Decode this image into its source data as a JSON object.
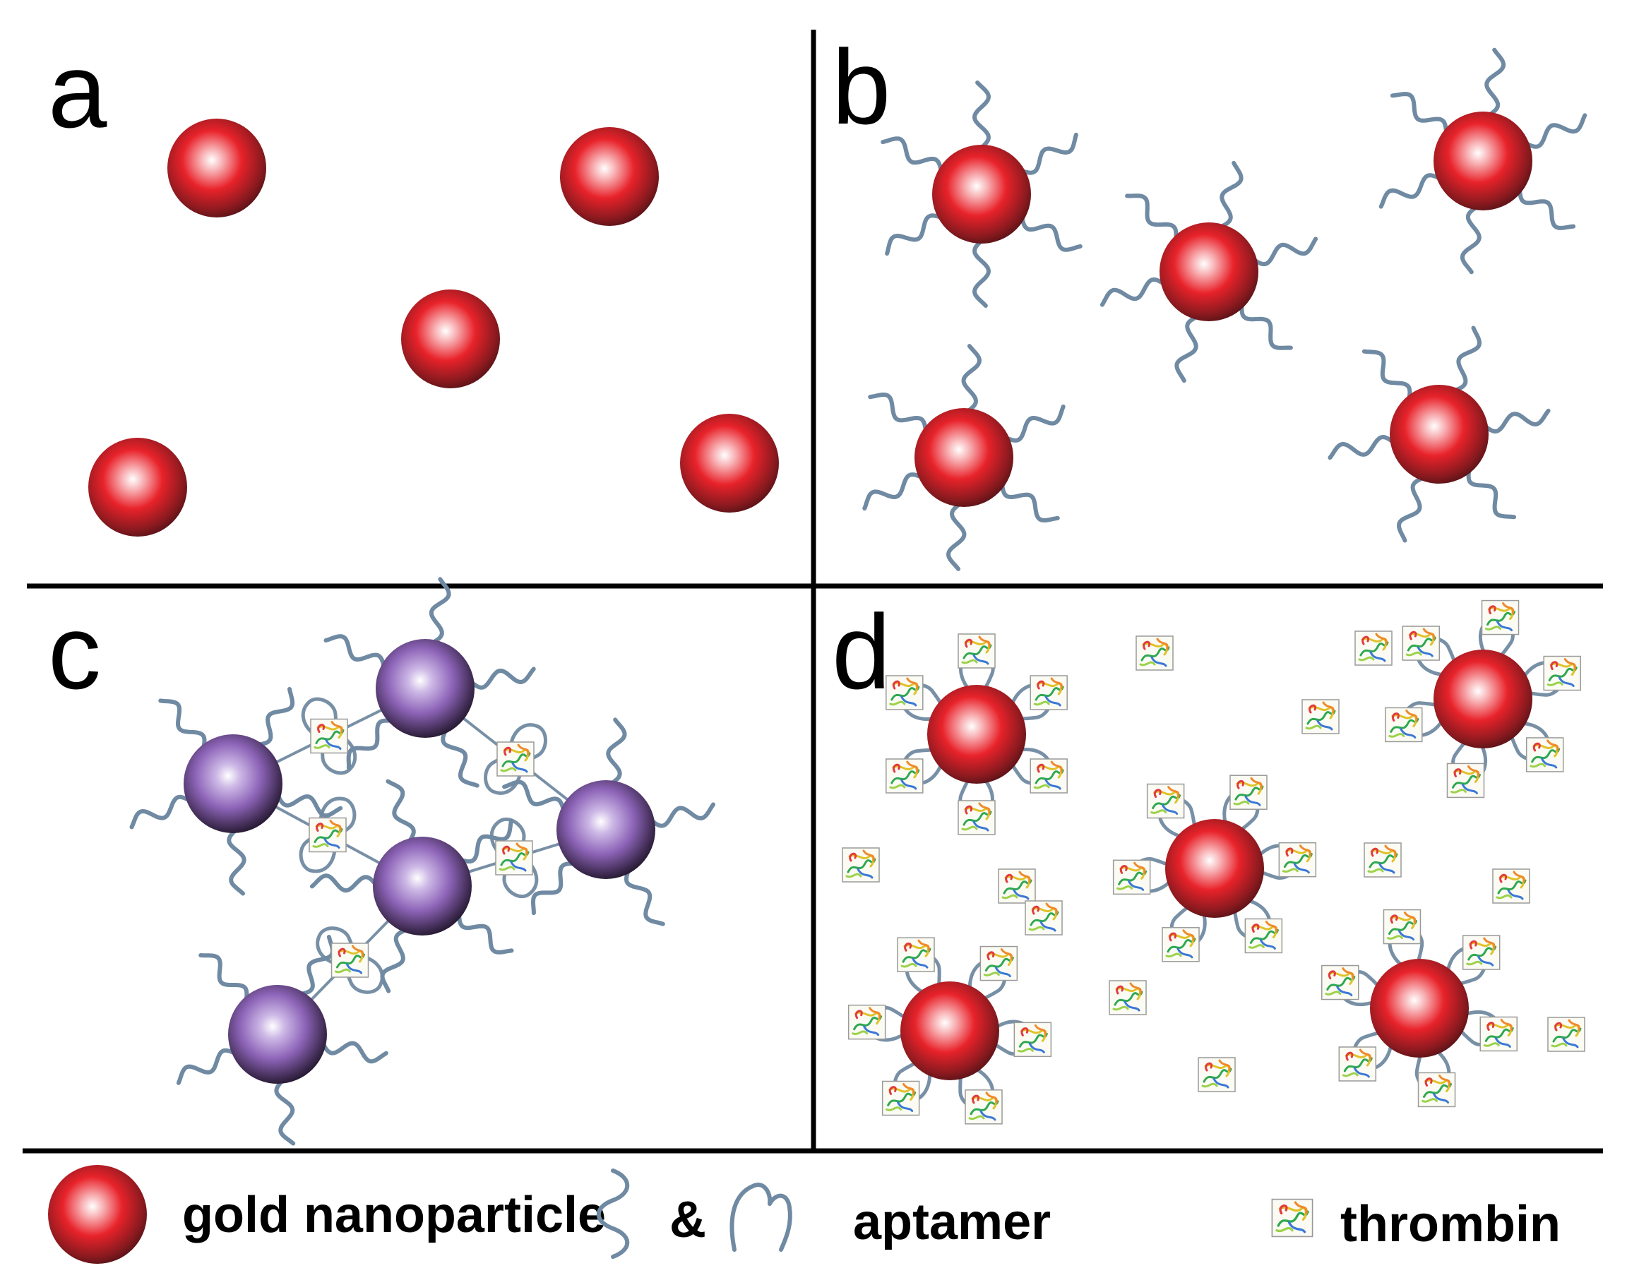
{
  "panels": {
    "a": {
      "label": "a"
    },
    "b": {
      "label": "b"
    },
    "c": {
      "label": "c"
    },
    "d": {
      "label": "d"
    }
  },
  "legend": {
    "nanoparticle_label": "gold nanoparticle",
    "ampersand": "&",
    "aptamer_label": "aptamer",
    "thrombin_label": "thrombin"
  },
  "colors": {
    "gold_nanoparticle": "#e8222a",
    "aggregated_nanoparticle": "#9b6fc4",
    "aptamer": "#6f8aa2",
    "divider": "#000000"
  },
  "icons": {
    "particle": "sphere-icon",
    "aptamer": "wavy-strand-icon",
    "folded_aptamer": "hairpin-strand-icon",
    "thrombin": "protein-structure-icon"
  }
}
